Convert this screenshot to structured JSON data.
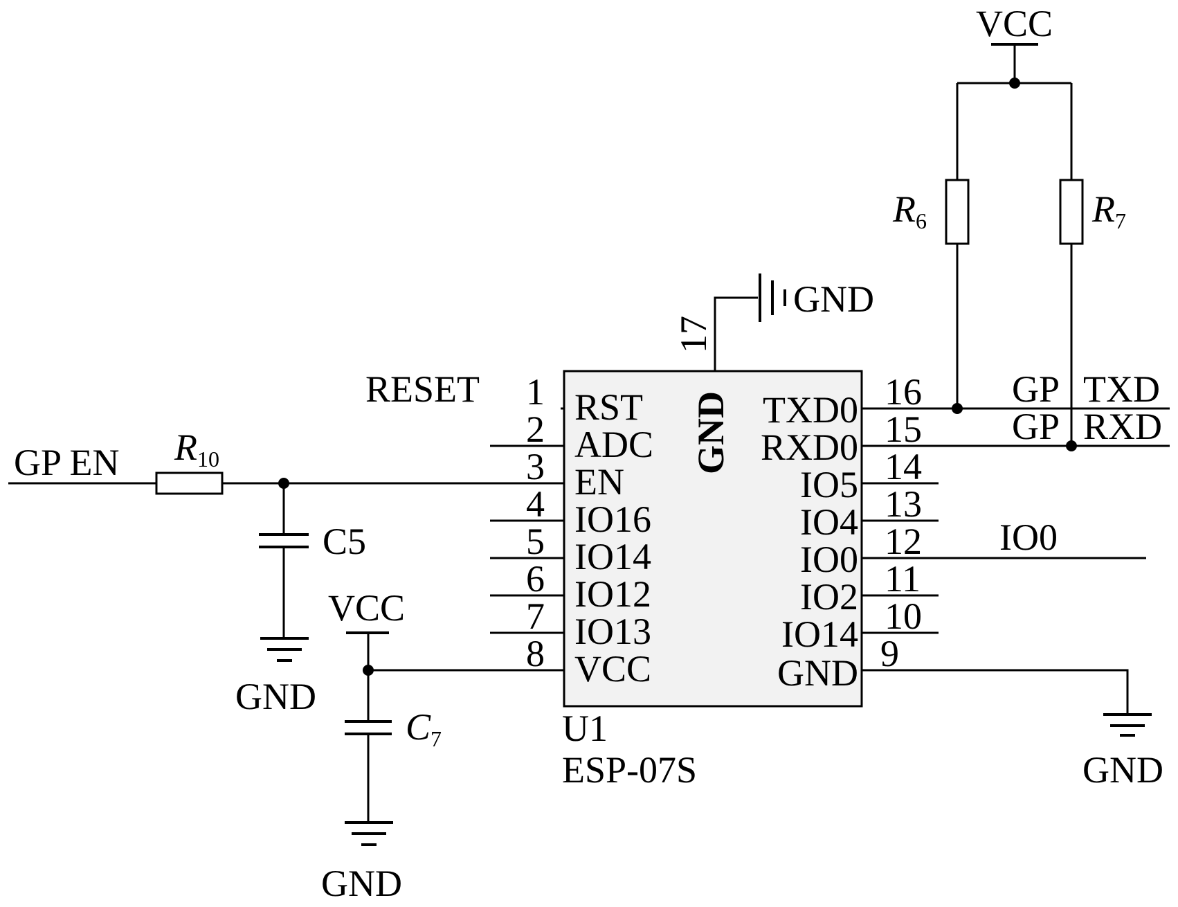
{
  "power": {
    "vcc": "VCC",
    "gnd": "GND"
  },
  "chip": {
    "designator": "U1",
    "part": "ESP-07S",
    "top_pin": {
      "num": "17",
      "name": "GND"
    },
    "left_pins": [
      {
        "num": "1",
        "name": "RST"
      },
      {
        "num": "2",
        "name": "ADC"
      },
      {
        "num": "3",
        "name": "EN"
      },
      {
        "num": "4",
        "name": "IO16"
      },
      {
        "num": "5",
        "name": "IO14"
      },
      {
        "num": "6",
        "name": "IO12"
      },
      {
        "num": "7",
        "name": "IO13"
      },
      {
        "num": "8",
        "name": "VCC"
      }
    ],
    "right_pins": [
      {
        "num": "16",
        "name": "TXD0"
      },
      {
        "num": "15",
        "name": "RXD0"
      },
      {
        "num": "14",
        "name": "IO5"
      },
      {
        "num": "13",
        "name": "IO4"
      },
      {
        "num": "12",
        "name": "IO0"
      },
      {
        "num": "11",
        "name": "IO2"
      },
      {
        "num": "10",
        "name": "IO14"
      },
      {
        "num": "9",
        "name": "GND"
      }
    ]
  },
  "components": {
    "r6": {
      "letter": "R",
      "sub": "6"
    },
    "r7": {
      "letter": "R",
      "sub": "7"
    },
    "r10": {
      "letter": "R",
      "sub": "10"
    },
    "c5": {
      "label": "C5"
    },
    "c7": {
      "letter": "C",
      "sub": "7"
    }
  },
  "nets": {
    "reset": "RESET",
    "gp_en": "GP EN",
    "gp_txd": {
      "a": "GP",
      "b": "TXD"
    },
    "gp_rxd": {
      "a": "GP",
      "b": "RXD"
    },
    "io0": "IO0"
  }
}
